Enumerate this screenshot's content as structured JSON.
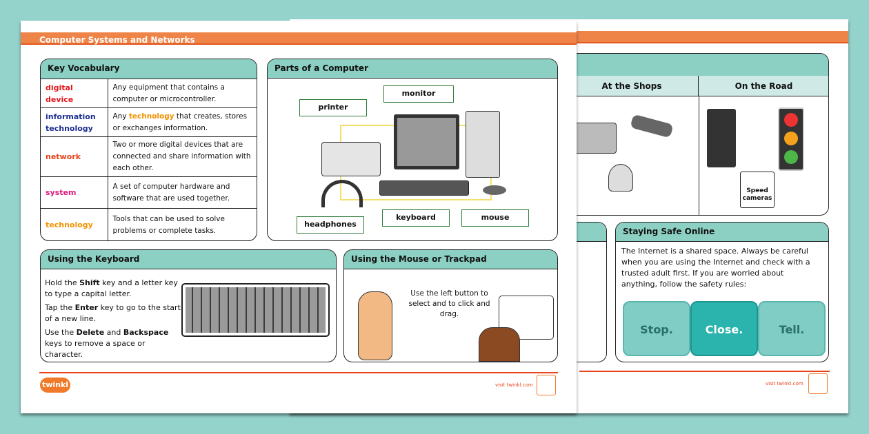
{
  "title": "Computer Systems and Networks",
  "vocabulary": {
    "heading": "Key Vocabulary",
    "rows": [
      {
        "term": "digital device",
        "color": "#e3161b",
        "definition": "Any equipment that contains a computer or microcontroller."
      },
      {
        "term": "information technology",
        "color": "#1b2f8f",
        "definition_pre": "Any ",
        "definition_highlight": "technology",
        "definition_post": " that creates, stores or exchanges information."
      },
      {
        "term": "network",
        "color": "#e8441c",
        "definition": "Two or more digital devices that are connected and share information with each other."
      },
      {
        "term": "system",
        "color": "#e0197d",
        "definition": "A set of computer hardware and software that are used together."
      },
      {
        "term": "technology",
        "color": "#f39200",
        "definition": "Tools that can be used to solve problems or complete tasks."
      }
    ]
  },
  "parts": {
    "heading": "Parts of a Computer",
    "labels": {
      "printer": "printer",
      "monitor": "monitor",
      "headphones": "headphones",
      "keyboard": "keyboard",
      "mouse": "mouse"
    }
  },
  "keyboard": {
    "heading": "Using the Keyboard",
    "lines": [
      {
        "pre": "Hold the ",
        "key": "Shift",
        "post": " key and a letter key to type a capital letter."
      },
      {
        "pre": "Tap the ",
        "key": "Enter",
        "post": " key to go to the start of a new line."
      },
      {
        "pre": "Use the ",
        "key": "Delete",
        "mid": " and ",
        "key2": "Backspace",
        "post": " keys to remove a space or character."
      }
    ]
  },
  "mouse": {
    "heading": "Using the Mouse or Trackpad",
    "text": "Use the left button to select and to click and drag."
  },
  "back": {
    "shops": "At the Shops",
    "road": "On the Road",
    "speed_cameras": "Speed cameras",
    "safety": {
      "heading": "Staying Safe Online",
      "text": "The Internet is a shared space. Always be careful when you are using the Internet and check with a trusted adult first. If you are worried about anything, follow the safety rules:",
      "buttons": [
        "Stop.",
        "Close.",
        "Tell."
      ]
    }
  },
  "footer": {
    "logo": "twinkl",
    "visit": "visit twinkl.com"
  },
  "colors": {
    "header": "#ee8447",
    "panel_header": "#8ccfc3",
    "background": "#94d3cc"
  }
}
